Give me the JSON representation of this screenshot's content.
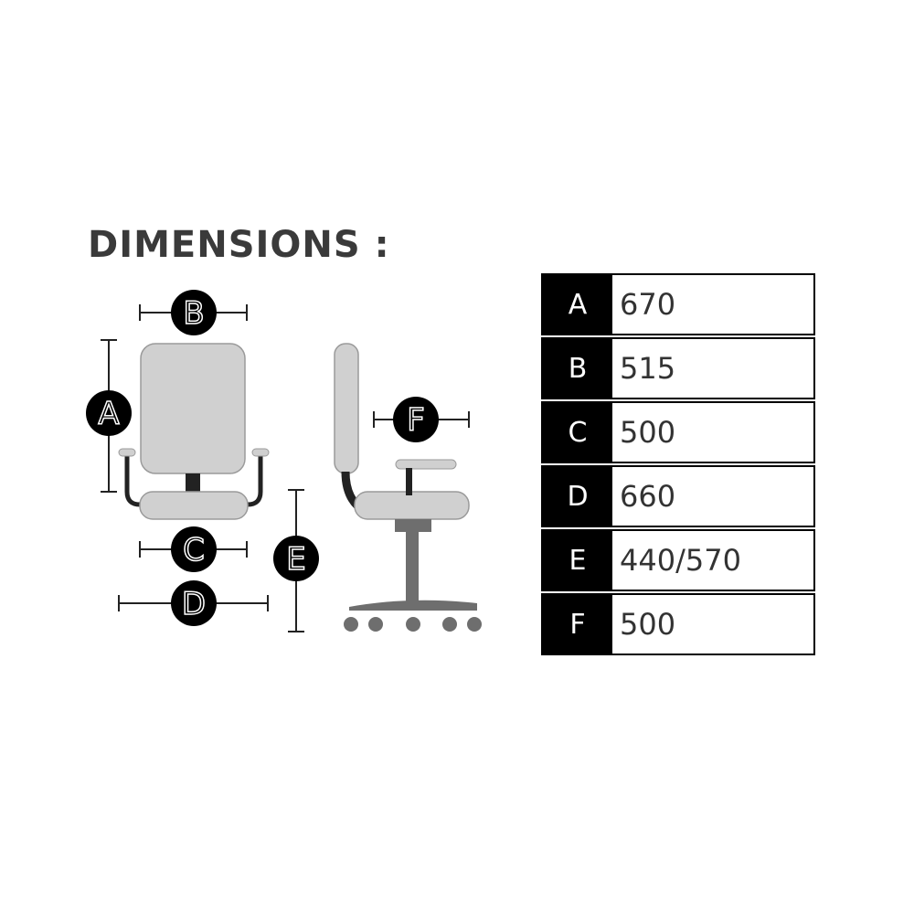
{
  "heading": "DIMENSIONS :",
  "labels": {
    "a": "A",
    "b": "B",
    "c": "C",
    "d": "D",
    "e": "E",
    "f": "F"
  },
  "table": [
    {
      "key": "A",
      "value": "670"
    },
    {
      "key": "B",
      "value": "515"
    },
    {
      "key": "C",
      "value": "500"
    },
    {
      "key": "D",
      "value": "660"
    },
    {
      "key": "E",
      "value": "440/570"
    },
    {
      "key": "F",
      "value": "500"
    }
  ],
  "colors": {
    "chair_fill": "#d0d0d0",
    "chair_stroke": "#8a8a8a",
    "base_gray": "#6e6e6e",
    "badge": "#000000",
    "heading": "#3a3a3a"
  }
}
